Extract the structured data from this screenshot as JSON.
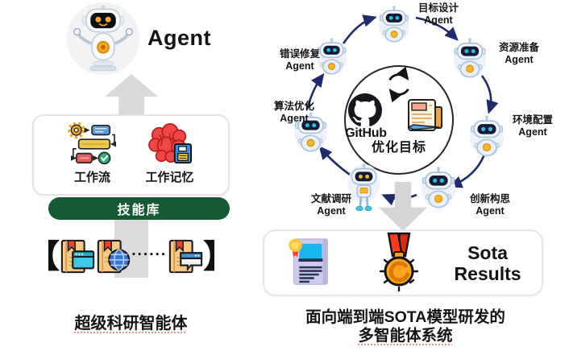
{
  "left_panel": {
    "agent_label": "Agent",
    "workflow_label": "工作流",
    "memory_label": "工作记忆",
    "skill_library_label": "技能库",
    "bracket_open": "【",
    "bracket_close": "】",
    "ellipsis": "······",
    "caption": "超级科研智能体",
    "icons": [
      "workflow-icon",
      "memory-brain-icon",
      "book-browser-icon",
      "book-globe-icon",
      "book-chat-icon"
    ]
  },
  "cycle_panel": {
    "center": {
      "github_label": "GitHub",
      "goal_label": "优化目标",
      "icons": [
        "cycle-arrows-icon",
        "github-octocat-icon",
        "document-pencil-icon"
      ]
    },
    "agents": [
      {
        "id": "goal-design",
        "name": "目标设计",
        "role": "Agent"
      },
      {
        "id": "resource-prep",
        "name": "资源准备",
        "role": "Agent"
      },
      {
        "id": "env-config",
        "name": "环境配置",
        "role": "Agent"
      },
      {
        "id": "innovation",
        "name": "创新构思",
        "role": "Agent"
      },
      {
        "id": "literature",
        "name": "文献调研",
        "role": "Agent"
      },
      {
        "id": "algorithm",
        "name": "算法优化",
        "role": "Agent"
      },
      {
        "id": "error-fix",
        "name": "错误修复",
        "role": "Agent"
      }
    ],
    "caption_line1": "面向端到端SOTA模型研发的",
    "caption_line2": "多智能体系统"
  },
  "results_box": {
    "line1": "Sota",
    "line2": "Results",
    "icons": [
      "certificate-icon",
      "medal-icon"
    ]
  },
  "colors": {
    "skill_pill_green": "#155a33",
    "arrow_navy": "#1e2a6e",
    "arrow_gray": "#d9d9d9",
    "medal_gold": "#ffa41c",
    "ribbon_red": "#f63b22",
    "brain_red": "#f34545"
  }
}
